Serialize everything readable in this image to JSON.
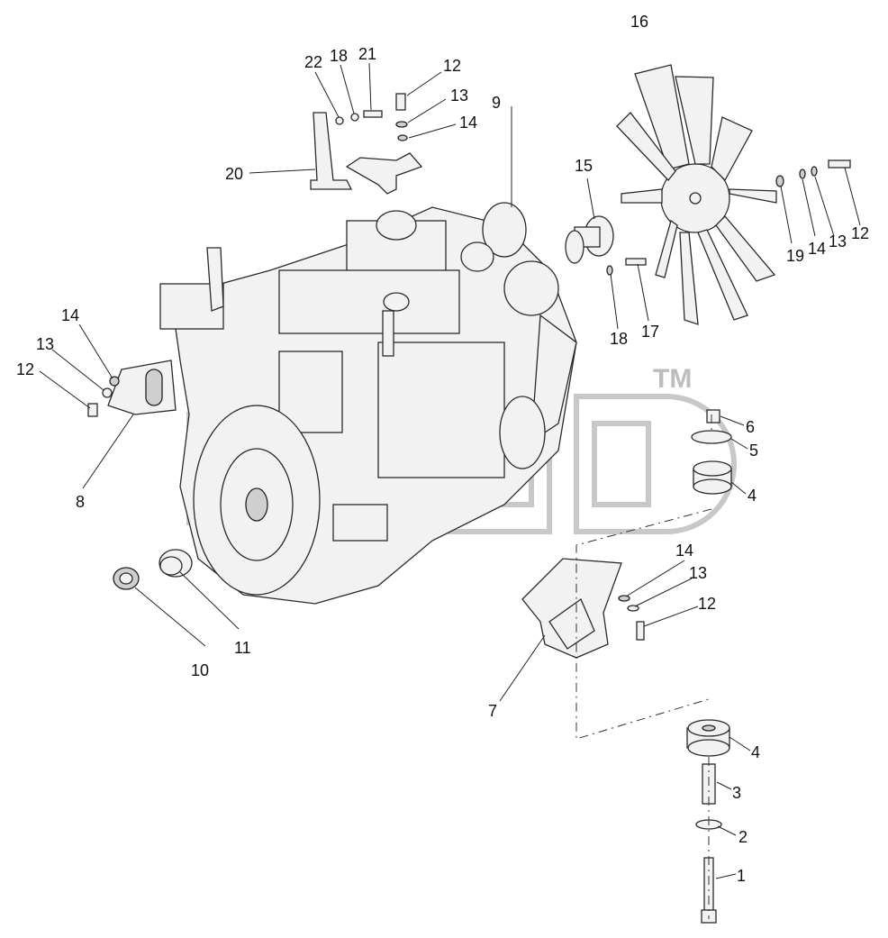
{
  "watermark": {
    "trademark": "TM"
  },
  "callouts": {
    "c1": "1",
    "c2": "2",
    "c3": "3",
    "c4a": "4",
    "c4b": "4",
    "c5": "5",
    "c6": "6",
    "c7": "7",
    "c8": "8",
    "c9": "9",
    "c10": "10",
    "c11": "11",
    "c12a": "12",
    "c12b": "12",
    "c12c": "12",
    "c12d": "12",
    "c13a": "13",
    "c13b": "13",
    "c13c": "13",
    "c13d": "13",
    "c14a": "14",
    "c14b": "14",
    "c14c": "14",
    "c14d": "14",
    "c15": "15",
    "c16": "16",
    "c17": "17",
    "c18a": "18",
    "c18b": "18",
    "c19": "19",
    "c20": "20",
    "c21": "21",
    "c22": "22"
  }
}
